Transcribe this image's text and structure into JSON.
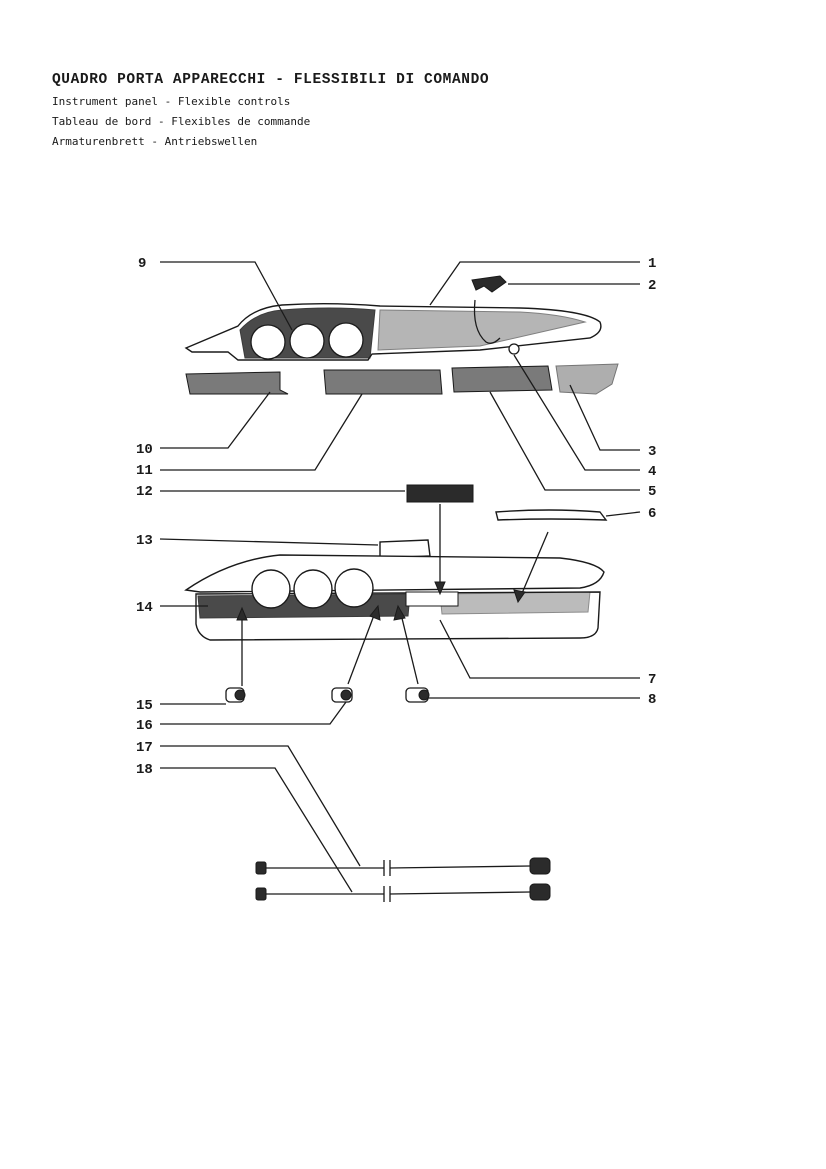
{
  "header": {
    "title": "QUADRO PORTA APPARECCHI - FLESSIBILI DI COMANDO",
    "subtitle_en": "Instrument panel - Flexible controls",
    "subtitle_fr": "Tableau de bord - Flexibles de commande",
    "subtitle_de": "Armaturenbrett - Antriebswellen"
  },
  "callouts": {
    "c1": "1",
    "c2": "2",
    "c3": "3",
    "c4": "4",
    "c5": "5",
    "c6": "6",
    "c7": "7",
    "c8": "8",
    "c9": "9",
    "c10": "10",
    "c11": "11",
    "c12": "12",
    "c13": "13",
    "c14": "14",
    "c15": "15",
    "c16": "16",
    "c17": "17",
    "c18": "18"
  }
}
